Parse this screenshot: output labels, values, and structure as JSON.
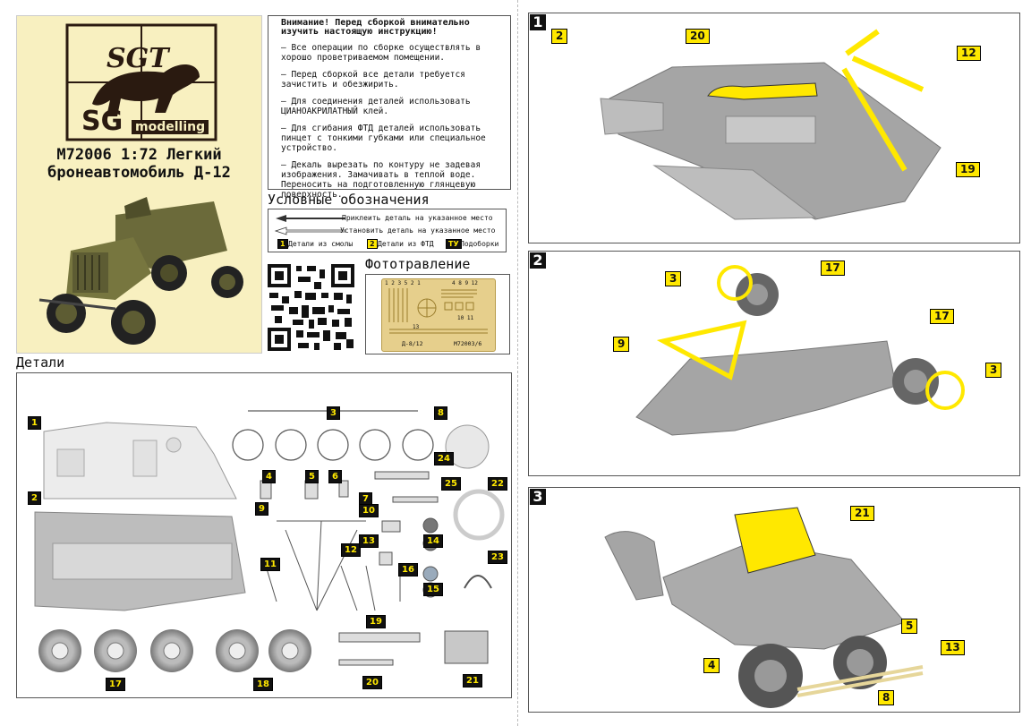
{
  "cover": {
    "logo_monogram": "SGT",
    "logo_sg": "SG",
    "logo_text": "modelling",
    "title_line1": "М72006 1:72 Легкий",
    "title_line2": "бронеавтомобиль Д-12",
    "bg_color": "#f8f0c0"
  },
  "notice": {
    "heading1": "Внимание! Перед сборкой внимательно",
    "heading2": "изучить настоящую инструкцию!",
    "items": [
      "– Все операции по сборке осуществлять в хорошо проветриваемом помещении.",
      "– Перед сборкой все детали требуется зачистить и обезжирить.",
      "– Для соединения деталей использовать ЦИАНОАКРИЛАТНЫЙ клей.",
      "– Для сгибания ФТД деталей использовать пинцет с тонкими губками или специальное устройство.",
      "– Декаль вырезать по контуру не задевая изображения. Замачивать в теплой воде. Переносить на подготовленную глянцевую поверхность."
    ]
  },
  "legend": {
    "title": "Условные обозначения",
    "glue": "Приклеить деталь на указанное место",
    "install": "Установить деталь на указанное место",
    "resin_tag": "1",
    "resin": "Детали из смолы",
    "pe_tag": "2",
    "pe": "Детали из ФТД",
    "select_tag": "ТУ",
    "select": "Подоборки"
  },
  "photoetch": {
    "title": "Фототравление",
    "fret_code": "Д-8/12",
    "fret_ref": "М72003/6",
    "fret_nums_top": "1 2 3  5 2 1",
    "fret_nums_right": "4  8  9 12",
    "fret_nums_mid": "10  11",
    "fret_num_13": "13"
  },
  "parts": {
    "title": "Детали",
    "labels": [
      "1",
      "2",
      "3",
      "4",
      "5",
      "6",
      "7",
      "8",
      "9",
      "10",
      "11",
      "12",
      "13",
      "14",
      "15",
      "16",
      "17",
      "18",
      "19",
      "20",
      "21",
      "22",
      "23",
      "24",
      "25"
    ]
  },
  "steps": {
    "s1": {
      "num": "1",
      "tags": [
        "2",
        "20",
        "12",
        "19"
      ]
    },
    "s2": {
      "num": "2",
      "tags": [
        "3",
        "17",
        "9",
        "17",
        "3"
      ]
    },
    "s3": {
      "num": "3",
      "tags": [
        "21",
        "5",
        "13",
        "4",
        "8"
      ]
    }
  },
  "colors": {
    "accent": "#ffe800",
    "tag_bg": "#111111",
    "model_grey": "#9a9a9a",
    "cover_bg": "#f8f0c0"
  }
}
